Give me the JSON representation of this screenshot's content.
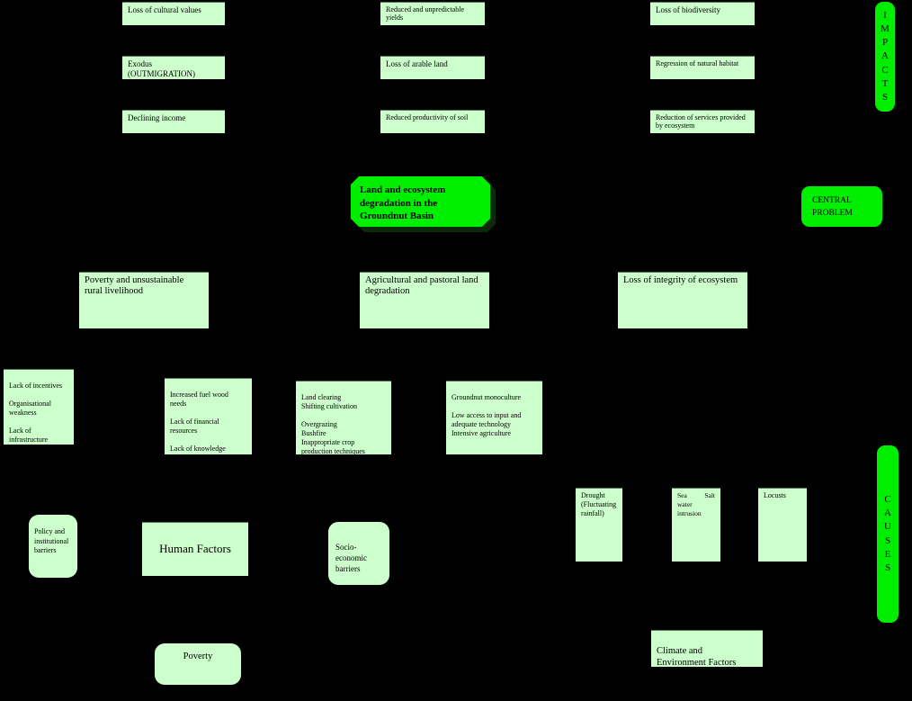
{
  "diagram": {
    "title": "Land and ecosystem degradation in the Groundnut Basin — problem tree",
    "colors": {
      "background": "#000000",
      "node_fill": "#ccffcc",
      "accent_fill": "#00ee00",
      "text": "#000000"
    }
  },
  "side_labels": {
    "impacts": "IMPACTS",
    "impacts_letters": [
      "I",
      "M",
      "P",
      "A",
      "C",
      "T",
      "S"
    ],
    "causes": "CAUSES",
    "causes_letters": [
      "C",
      "A",
      "U",
      "S",
      "E",
      "S"
    ],
    "central_problem": "CENTRAL\nPROBLEM"
  },
  "central": {
    "label": "Land and ecosystem\ndegradation in the\nGroundnut Basin"
  },
  "impacts": {
    "column_left": [
      {
        "label": "Loss of cultural values"
      },
      {
        "label": "Exodus (OUTMIGRATION)"
      },
      {
        "label": "Declining income"
      }
    ],
    "column_middle": [
      {
        "label": "Reduced and unpredictable yields"
      },
      {
        "label": "Loss of arable land"
      },
      {
        "label": "Reduced productivity of soil"
      }
    ],
    "column_right": [
      {
        "label": "Loss of biodiversity"
      },
      {
        "label": "Regression of natural habitat"
      },
      {
        "label": "Reduction of services provided by ecosystem"
      }
    ]
  },
  "primary_causes": [
    {
      "label": "Poverty and unsustainable rural livelihood"
    },
    {
      "label": "Agricultural and pastoral land degradation"
    },
    {
      "label": "Loss of integrity of ecosystem"
    }
  ],
  "secondary_causes": [
    {
      "label": "Lack of incentives\n\nOrganisational weakness\n\nLack of\ninfrastructure"
    },
    {
      "label": "Increased fuel wood needs\n\nLack of financial resources\n\nLack of knowledge"
    },
    {
      "label": "Land clearing\nShifting cultivation\n\nOvergrazing\nBushfire\nInappropriate crop production techniques"
    },
    {
      "label": "Groundnut monoculture\n\nLow access to input and adequate technology\nIntensive agriculture"
    }
  ],
  "environment_causes": [
    {
      "label": "Drought (Fluctuating rainfall)"
    },
    {
      "label": "Sea Salt water intrusion"
    },
    {
      "label": "Locusts"
    }
  ],
  "groupings": {
    "policy_barriers": "Policy and institutional barriers",
    "human_factors": "Human Factors",
    "socio_economic_barriers": "Socio-economic barriers",
    "poverty": "Poverty",
    "climate_environment_factors": "Climate and\nEnvironment Factors"
  }
}
